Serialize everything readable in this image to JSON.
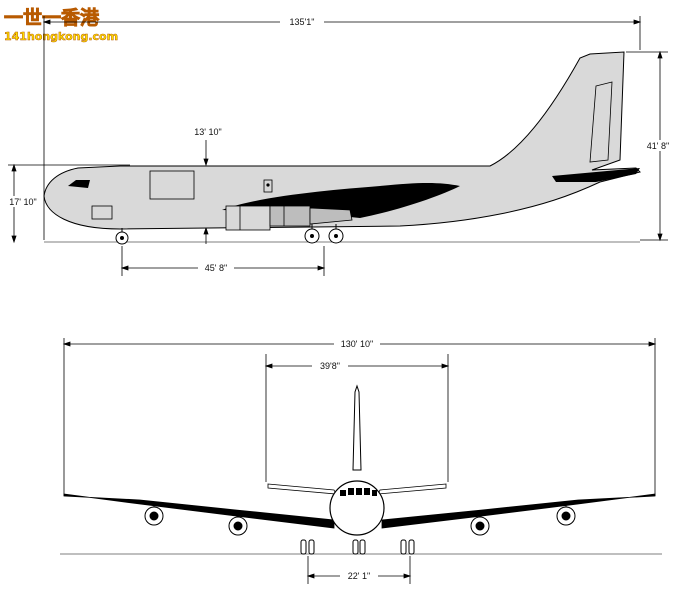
{
  "watermark": {
    "site_name": "一世一香港",
    "site_url": "141hongkong.com"
  },
  "side_view": {
    "length_dim": "135'1\"",
    "tail_height_dim": "41' 8\"",
    "fuselage_depth_dim": "13' 10\"",
    "fuselage_height_dim": "17' 10\"",
    "wheelbase_dim": "45' 8\""
  },
  "front_view": {
    "wingspan_dim": "130' 10\"",
    "tailplane_span_dim": "39'8\"",
    "main_gear_track_dim": "22' 1\""
  },
  "colors": {
    "fill_gray": "#d9d9d9",
    "line": "#000000",
    "watermark_fill": "#ffe100",
    "watermark_stroke": "#b85a00"
  }
}
